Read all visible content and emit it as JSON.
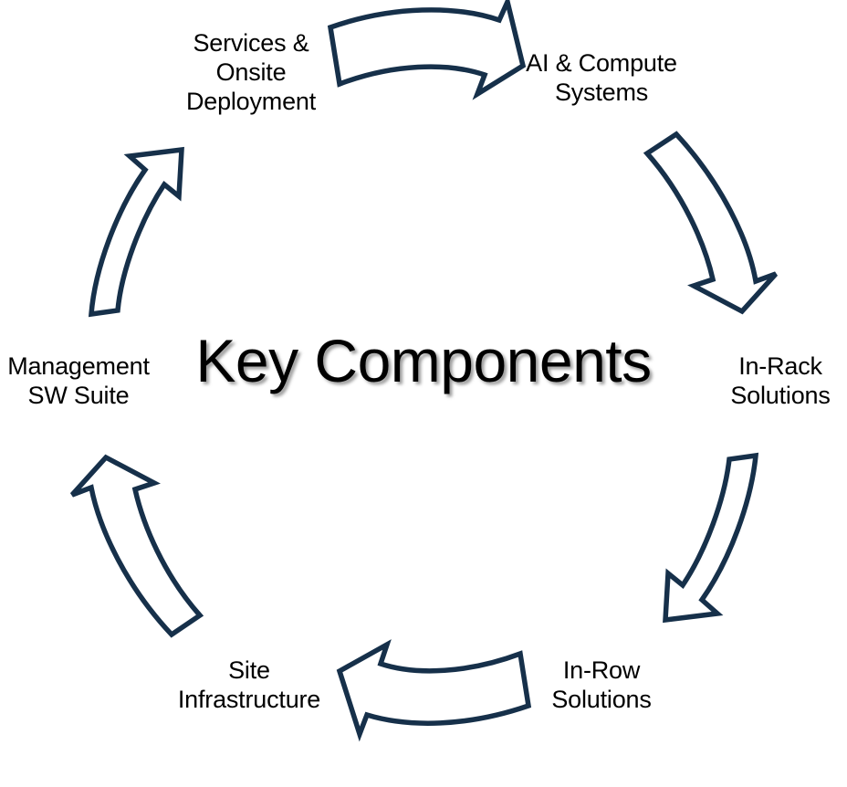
{
  "diagram": {
    "title": "Key Components",
    "type": "cycle-diagram",
    "direction": "clockwise",
    "background_color": "#ffffff",
    "arrow_stroke_color": "#16304a",
    "arrow_fill_color": "#ffffff",
    "label_color": "#000000",
    "title_color": "#000000",
    "nodes": [
      {
        "id": "services-onsite-deployment",
        "label": "Services &\nOnsite\nDeployment",
        "position": "top-left"
      },
      {
        "id": "ai-compute-systems",
        "label": "AI & Compute\nSystems",
        "position": "top-right"
      },
      {
        "id": "in-rack-solutions",
        "label": "In-Rack\nSolutions",
        "position": "right"
      },
      {
        "id": "in-row-solutions",
        "label": "In-Row\nSolutions",
        "position": "bottom-right"
      },
      {
        "id": "site-infrastructure",
        "label": "Site\nInfrastructure",
        "position": "bottom-left"
      },
      {
        "id": "management-sw-suite",
        "label": "Management\nSW Suite",
        "position": "left"
      }
    ],
    "arrows": [
      {
        "id": "arrow-top",
        "from": "services-onsite-deployment",
        "to": "ai-compute-systems",
        "direction": "right"
      },
      {
        "id": "arrow-upper-right",
        "from": "ai-compute-systems",
        "to": "in-rack-solutions",
        "direction": "down-right"
      },
      {
        "id": "arrow-lower-right",
        "from": "in-rack-solutions",
        "to": "in-row-solutions",
        "direction": "down-left"
      },
      {
        "id": "arrow-bottom",
        "from": "in-row-solutions",
        "to": "site-infrastructure",
        "direction": "left"
      },
      {
        "id": "arrow-lower-left",
        "from": "site-infrastructure",
        "to": "management-sw-suite",
        "direction": "up-left"
      },
      {
        "id": "arrow-upper-left",
        "from": "management-sw-suite",
        "to": "services-onsite-deployment",
        "direction": "up-right"
      }
    ]
  }
}
